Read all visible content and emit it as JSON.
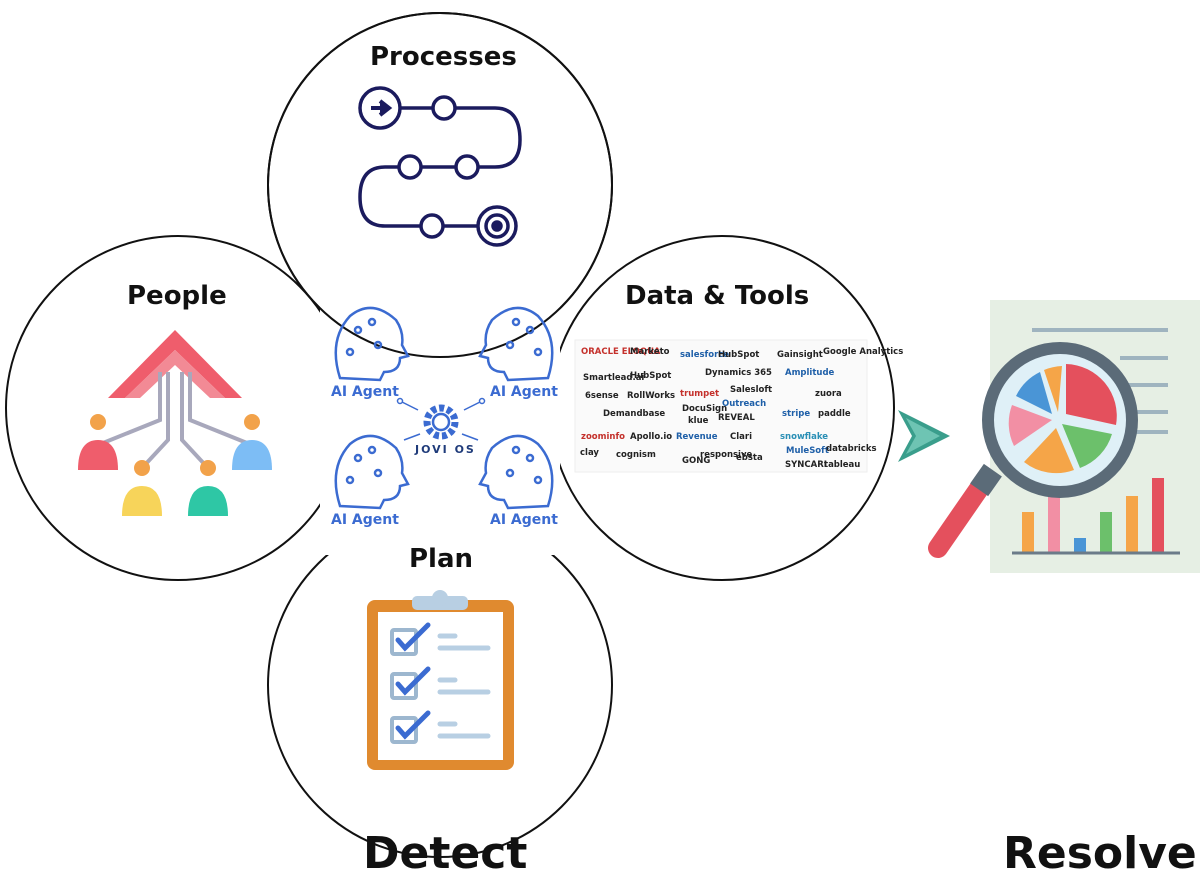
{
  "circles": {
    "processes": {
      "title": "Processes"
    },
    "people": {
      "title": "People"
    },
    "data_tools": {
      "title": "Data & Tools"
    },
    "plan": {
      "title": "Plan"
    }
  },
  "agents": {
    "label": "AI Agent",
    "hub": "JOVI OS"
  },
  "logos": [
    "ORACLE ELOQUA",
    "Marketo",
    "salesforce",
    "HubSpot",
    "Gainsight",
    "Google Analytics",
    "Smartlead.ai",
    "HubSpot",
    "Dynamics 365",
    "Amplitude",
    "6sense",
    "RollWorks",
    "trumpet",
    "Salesloft",
    "Outreach",
    "zuora",
    "Demandbase",
    "DocuSign",
    "klue",
    "REVEAL",
    "stripe",
    "paddle",
    "zoominfo",
    "Apollo.io",
    "Revenue",
    "Clari",
    "snowflake",
    "clay",
    "cognism",
    "GONG",
    "responsive",
    "ebsta",
    "MuleSoft",
    "databricks",
    "SYNCARI",
    "tableau"
  ],
  "bottom": {
    "detect": "Detect",
    "resolve": "Resolve"
  },
  "colors": {
    "navy": "#1b1b5e",
    "agent_blue": "#3b6bd1",
    "pink": "#ef5d6c",
    "clipboard_orange": "#e08a2f",
    "arrow_teal": "#3a9e8c"
  }
}
